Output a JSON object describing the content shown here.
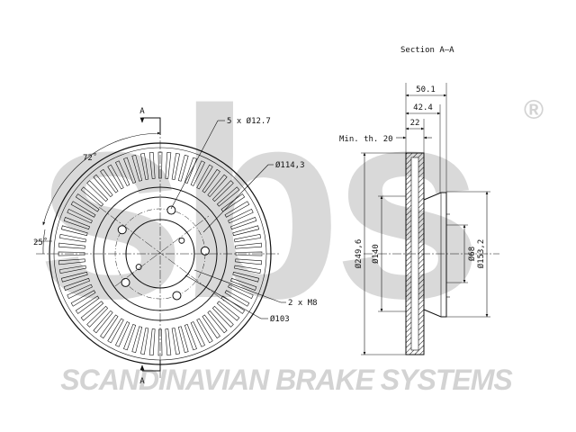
{
  "drawing": {
    "section_title": "Section A–A",
    "section_marker": "A",
    "watermark_brand": "sbs",
    "watermark_registered": "®",
    "watermark_text": "SCANDINAVIAN BRAKE SYSTEMS",
    "colors": {
      "line": "#111111",
      "watermark": "#d3d3d3",
      "background": "#ffffff"
    },
    "front_view": {
      "angle_top": "72˚",
      "angle_left": "25˚",
      "bolt_holes": "5 x Ø12.7",
      "pcd": "Ø114,3",
      "threaded_holes": "2 x M8",
      "center_bore": "Ø103"
    },
    "section_view": {
      "min_thickness": "Min. th. 20",
      "total_height": "50.1",
      "hat_height": "42.4",
      "disc_thickness": "22",
      "outer_diameter": "Ø249,6",
      "friction_inner_diameter": "Ø140",
      "hub_bore": "Ø68",
      "hat_outer_diameter": "Ø153,2"
    }
  }
}
